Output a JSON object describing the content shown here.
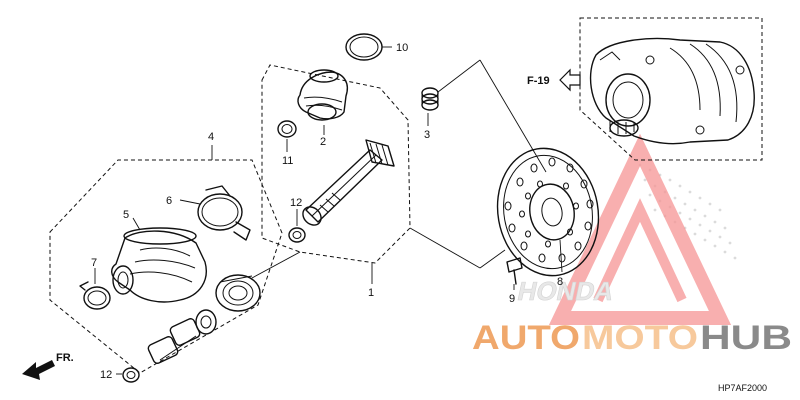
{
  "diagram": {
    "ref_label": "F-19",
    "direction_label": "FR.",
    "drawing_code": "HP7AF2000",
    "callouts": [
      "1",
      "2",
      "3",
      "4",
      "5",
      "6",
      "7",
      "8",
      "9",
      "10",
      "11",
      "12",
      "12"
    ]
  },
  "watermark": {
    "part1": "AUTO",
    "part2": "MOTO",
    "part3": "HUB",
    "honda_text": "HONDA",
    "color_primary": "#f0a86c",
    "color_secondary": "#f7c99c",
    "color_dark": "#8a8a8a",
    "color_logo": "#f05a5a"
  }
}
